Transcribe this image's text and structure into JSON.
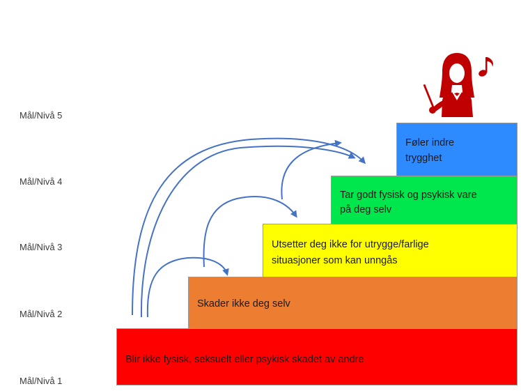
{
  "levels": {
    "l5": "Mål/Nivå 5",
    "l4": "Mål/Nivå 4",
    "l3": "Mål/Nivå 3",
    "l2": "Mål/Nivå 2",
    "l1": "Mål/Nivå 1"
  },
  "steps": {
    "s1": {
      "text": "Blir ikke fysisk, seksuelt eller psykisk skadet av andre",
      "color": "#ff0000"
    },
    "s2": {
      "text": "Skader ikke deg selv",
      "color": "#ed7d31"
    },
    "s3": {
      "line1": "Utsetter deg ikke for utrygge/farlige",
      "line2": "situasjoner som kan unngås",
      "color": "#ffff00"
    },
    "s4": {
      "line1": "Tar godt fysisk og psykisk vare",
      "line2": "på deg selv",
      "color": "#00e64d"
    },
    "s5": {
      "line1": "Føler indre",
      "line2": "trygghet",
      "color": "#2e8bff"
    }
  },
  "colors": {
    "arrow": "#4472c4",
    "icon": "#c00000"
  },
  "icon": "conductor-woman-music-note-icon"
}
